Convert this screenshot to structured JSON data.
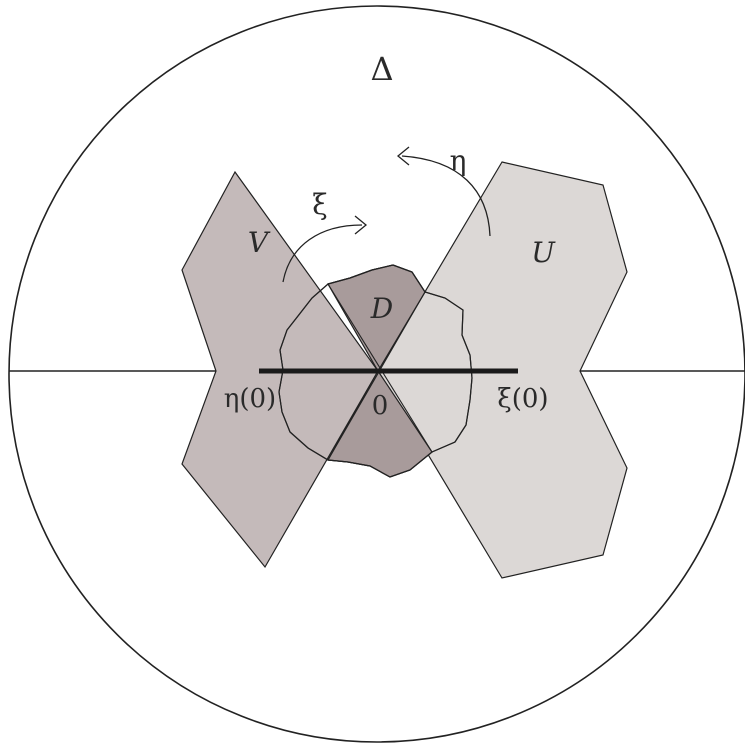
{
  "labels": {
    "delta": "Δ",
    "eta_arrow": "η",
    "xi_arrow": "ξ",
    "V": "V",
    "U": "U",
    "D": "D",
    "origin": "0",
    "eta0": "η(0)",
    "xi0": "ξ(0)"
  },
  "colors": {
    "dark_fill": "#a89b9b",
    "mid_fill": "#c4baba",
    "light_fill": "#dcd8d6",
    "stroke": "#222222",
    "segment": "#1a1a1a"
  }
}
